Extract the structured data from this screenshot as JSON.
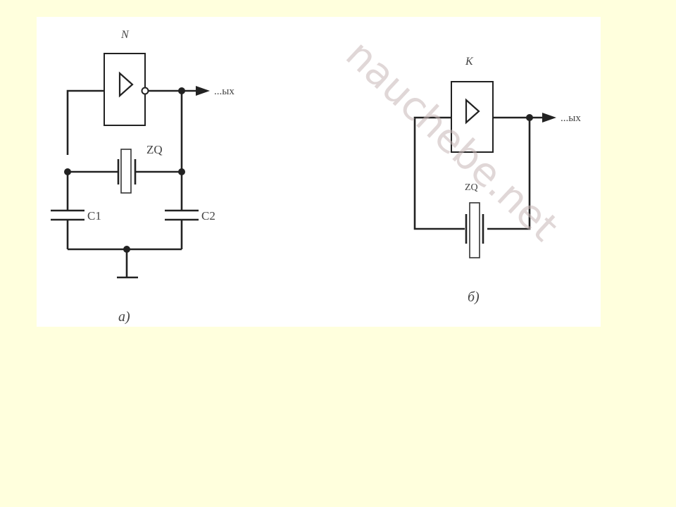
{
  "circuit_a": {
    "amplifier_label": "N",
    "output_label": "...ых",
    "crystal_label": "ZQ",
    "c1_label": "C1",
    "c2_label": "C2",
    "caption": "а)"
  },
  "circuit_b": {
    "amplifier_label": "K",
    "output_label": "...ых",
    "crystal_label": "ZQ",
    "caption": "б)"
  },
  "watermark": "nauchebe.net",
  "colors": {
    "background": "#ffffdd",
    "figure_bg": "#ffffff",
    "ink": "#222222",
    "watermark": "#c8b8b8"
  }
}
